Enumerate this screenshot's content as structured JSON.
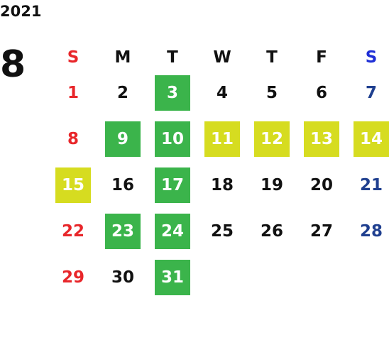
{
  "year": "2021",
  "month": "8",
  "colors": {
    "sunday_text": "#e8262a",
    "saturday_text": "#1f3f8f",
    "green_highlight": "#3bb44b",
    "yellow_highlight": "#d6dc20"
  },
  "weekdays": [
    "S",
    "M",
    "T",
    "W",
    "T",
    "F",
    "S"
  ],
  "weeks": [
    [
      {
        "d": "1"
      },
      {
        "d": "2"
      },
      {
        "d": "3",
        "hl": "green"
      },
      {
        "d": "4"
      },
      {
        "d": "5"
      },
      {
        "d": "6"
      },
      {
        "d": "7"
      }
    ],
    [
      {
        "d": "8"
      },
      {
        "d": "9",
        "hl": "green"
      },
      {
        "d": "10",
        "hl": "green"
      },
      {
        "d": "11",
        "hl": "yellow"
      },
      {
        "d": "12",
        "hl": "yellow"
      },
      {
        "d": "13",
        "hl": "yellow"
      },
      {
        "d": "14",
        "hl": "yellow"
      }
    ],
    [
      {
        "d": "15",
        "hl": "yellow"
      },
      {
        "d": "16"
      },
      {
        "d": "17",
        "hl": "green"
      },
      {
        "d": "18"
      },
      {
        "d": "19"
      },
      {
        "d": "20"
      },
      {
        "d": "21"
      }
    ],
    [
      {
        "d": "22"
      },
      {
        "d": "23",
        "hl": "green"
      },
      {
        "d": "24",
        "hl": "green"
      },
      {
        "d": "25"
      },
      {
        "d": "26"
      },
      {
        "d": "27"
      },
      {
        "d": "28"
      }
    ],
    [
      {
        "d": "29"
      },
      {
        "d": "30"
      },
      {
        "d": "31",
        "hl": "green"
      },
      {
        "d": ""
      },
      {
        "d": ""
      },
      {
        "d": ""
      },
      {
        "d": ""
      }
    ]
  ]
}
